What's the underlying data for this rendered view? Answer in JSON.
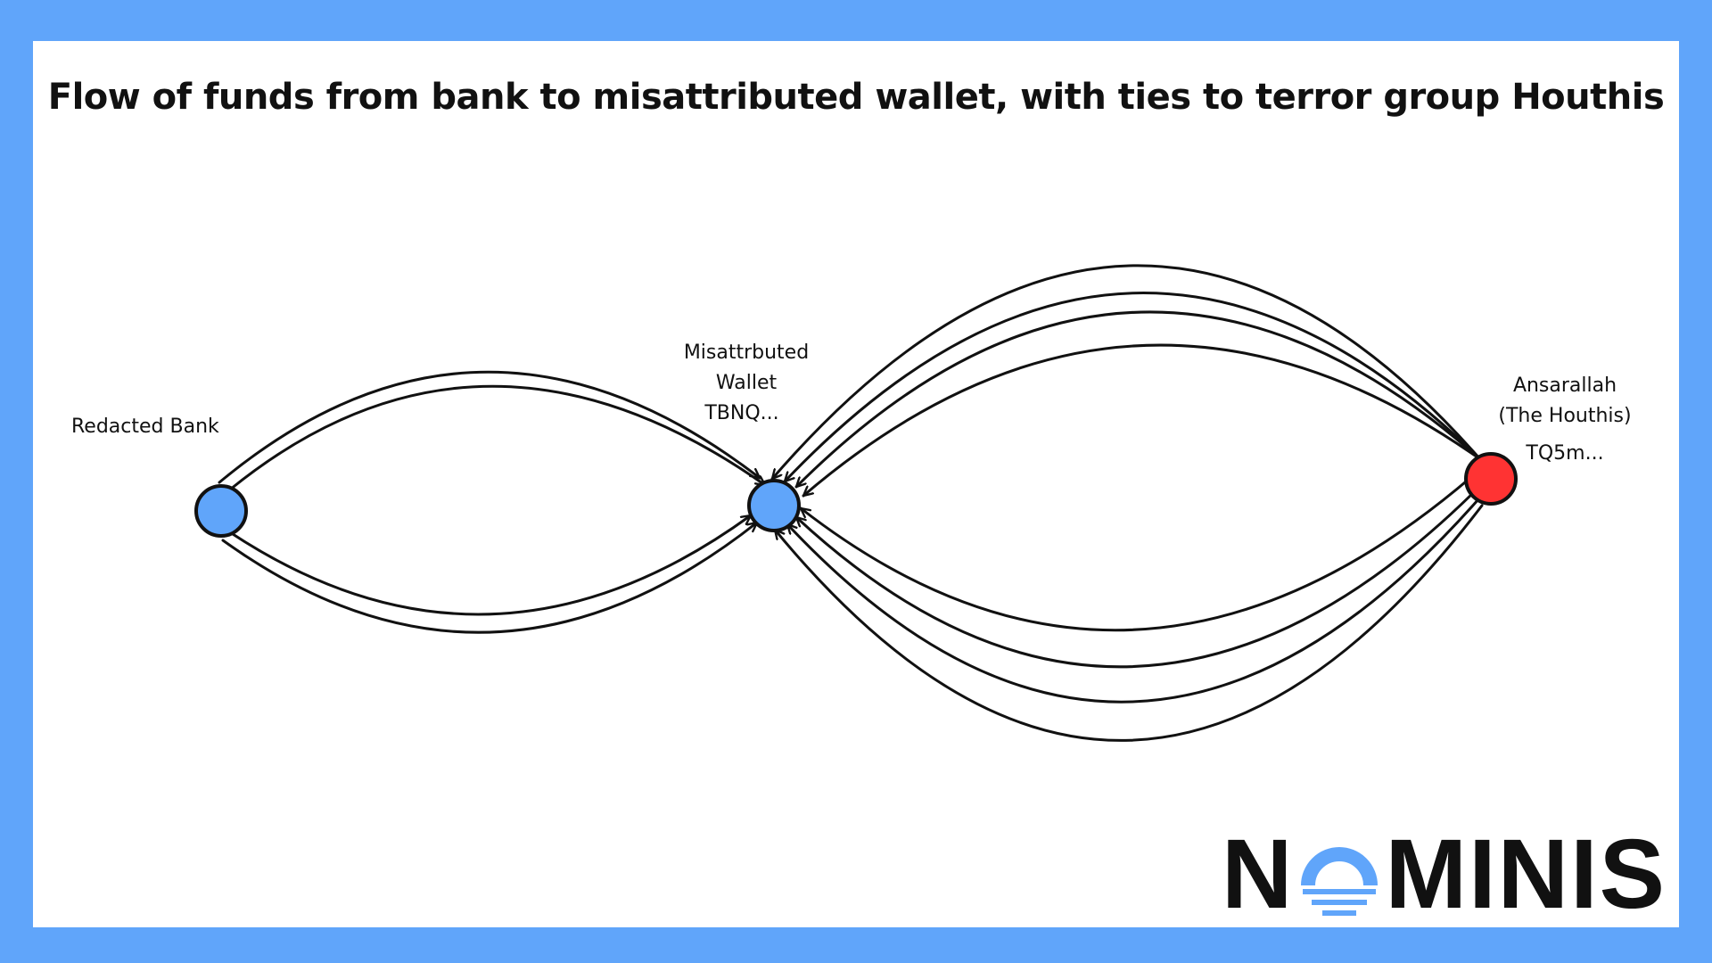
{
  "diagram": {
    "title": "Flow of funds from bank to misattributed wallet, with ties to terror group Houthis",
    "nodes": [
      {
        "id": "bank",
        "label_lines": [
          "Redacted Bank"
        ],
        "color": "#60a5fa"
      },
      {
        "id": "wallet",
        "label_lines": [
          "Misattrbuted",
          "Wallet",
          "TBNQ..."
        ],
        "color": "#60a5fa"
      },
      {
        "id": "houthis",
        "label_lines": [
          "Ansarallah",
          "(The Houthis)",
          "TQ5m..."
        ],
        "color": "#ff3333"
      }
    ],
    "edges": [
      {
        "from": "bank",
        "to": "wallet",
        "count": 4
      },
      {
        "from": "houthis",
        "to": "wallet",
        "count": 8
      }
    ]
  },
  "brand": {
    "logo_text_left": "N",
    "logo_text_right": "MINIS",
    "logo_full": "NOMINIS",
    "accent": "#60a5fa",
    "border_color": "#60a5fa"
  }
}
